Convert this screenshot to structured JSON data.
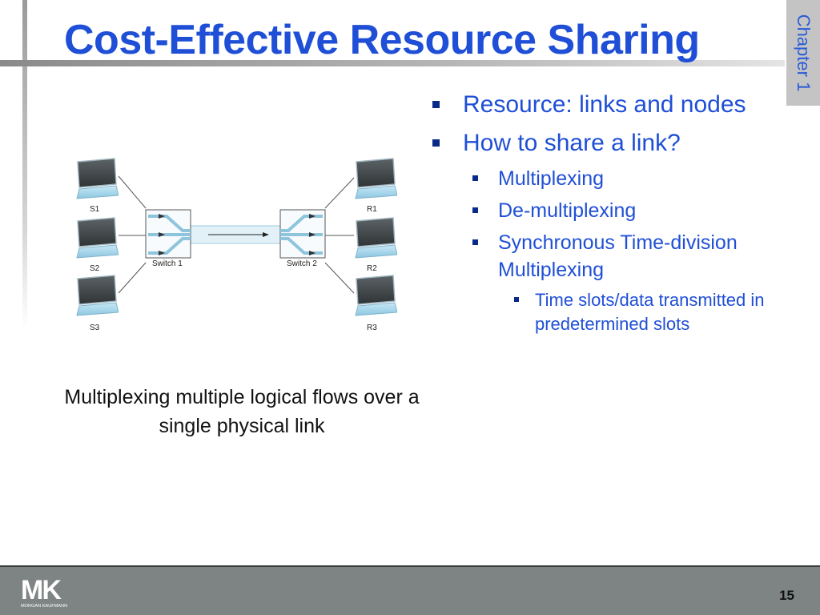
{
  "slide": {
    "title": "Cost-Effective Resource Sharing",
    "chapter_tab": "Chapter 1",
    "caption": "Multiplexing multiple logical flows over a single physical link",
    "page_number": "15"
  },
  "bullets": [
    {
      "level": 1,
      "text": "Resource: links and nodes"
    },
    {
      "level": 1,
      "text": "How to share a link?"
    },
    {
      "level": 2,
      "text": "Multiplexing"
    },
    {
      "level": 2,
      "text": "De-multiplexing"
    },
    {
      "level": 2,
      "text": "Synchronous Time-division Multiplexing"
    },
    {
      "level": 3,
      "text": "Time slots/data transmitted in predetermined slots"
    }
  ],
  "diagram": {
    "senders": [
      "S1",
      "S2",
      "S3"
    ],
    "receivers": [
      "R1",
      "R2",
      "R3"
    ],
    "switches": [
      "Switch 1",
      "Switch 2"
    ]
  },
  "footer": {
    "logo_mark": "MK",
    "logo_text": "MORGAN KAUFMANN"
  },
  "colors": {
    "title_blue": "#1f4fd6",
    "bullet_square": "#0a2a8a",
    "footer_gray": "#7e8384",
    "chapter_tab_gray": "#c4c4c4",
    "screen_blue": "#a9d6ea"
  }
}
